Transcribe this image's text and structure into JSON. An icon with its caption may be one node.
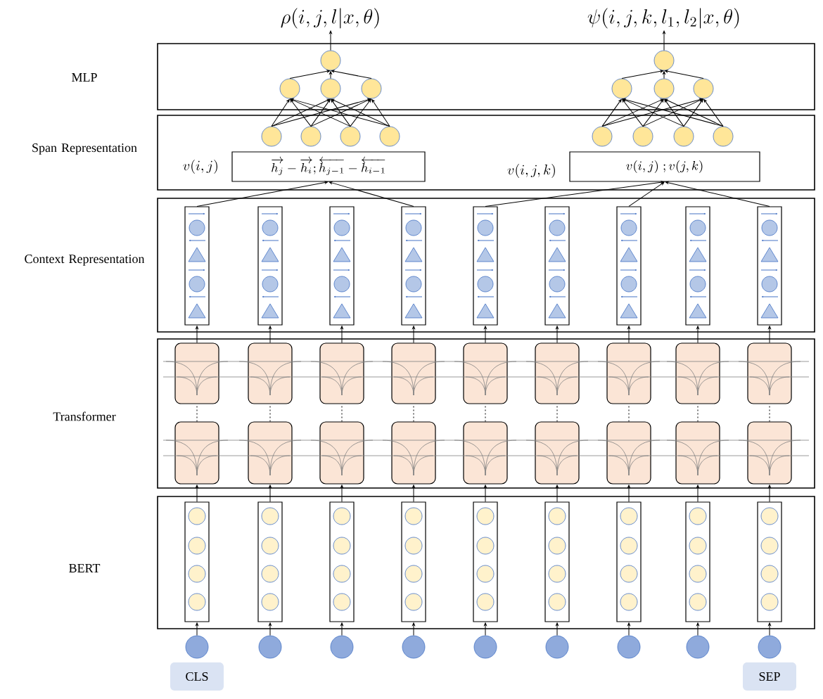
{
  "diagram": {
    "nodes": [
      {
        "text": [
          "\\rho(i,j,l|x,\\theta)"
        ]
      },
      {
        "text": [
          "\\psi(i,j,k,l_1,l_2|x,\\theta)"
        ]
      },
      {
        "text": [
          "MLP"
        ]
      },
      {
        "text": [],
        "shape": "circle",
        "in": 2
      },
      {
        "text": [],
        "shape": "circle",
        "in": 2
      },
      {
        "text": [],
        "shape": "circle",
        "in": 2
      },
      {
        "text": [],
        "shape": "circle",
        "in": 2
      },
      {
        "text": [],
        "shape": "circle",
        "in": 2
      },
      {
        "text": [],
        "shape": "circle",
        "in": 2
      },
      {
        "text": [],
        "shape": "circle",
        "in": 2
      },
      {
        "text": [],
        "shape": "circle",
        "in": 2
      },
      {
        "text": [
          "Span Representation"
        ]
      },
      {
        "text": [],
        "shape": "circle",
        "in": 11
      },
      {
        "text": [],
        "shape": "circle",
        "in": 11
      },
      {
        "text": [],
        "shape": "circle",
        "in": 11
      },
      {
        "text": [],
        "shape": "circle",
        "in": 11
      },
      {
        "text": [],
        "shape": "circle",
        "in": 11
      },
      {
        "text": [],
        "shape": "circle",
        "in": 11
      },
      {
        "text": [],
        "shape": "circle",
        "in": 11
      },
      {
        "text": [],
        "shape": "circle",
        "in": 11
      },
      {
        "text": [
          "\\overrightarrow{h_j}-\\overrightarrow{h_i};\\overleftarrow{h_{j-1}}-\\overleftarrow{h_{i-1}}"
        ],
        "beside": [
          "v(i,j)"
        ],
        "in": 11
      },
      {
        "text": [
          "v(i,j)\\;;v(j,k)"
        ],
        "beside": [
          "v(i,j,k)"
        ],
        "in": 11
      },
      {
        "text": [
          "Context Representation"
        ]
      },
      {
        "text": [],
        "shape": "box",
        "in": 22
      },
      {
        "text": [],
        "shape": "box",
        "in": 22
      },
      {
        "text": [],
        "shape": "box",
        "in": 22
      },
      {
        "text": [],
        "shape": "box",
        "in": 22
      },
      {
        "text": [],
        "shape": "box",
        "in": 22
      },
      {
        "text": [],
        "shape": "box",
        "in": 22
      },
      {
        "text": [],
        "shape": "box",
        "in": 22
      },
      {
        "text": [],
        "shape": "box",
        "in": 22
      },
      {
        "text": [],
        "shape": "box",
        "in": 22
      },
      {
        "text": [
          "Transformer"
        ]
      },
      {
        "text": [],
        "shape": "box",
        "in": 32
      },
      {
        "text": [],
        "shape": "box",
        "in": 32
      },
      {
        "text": [],
        "shape": "box",
        "in": 32
      },
      {
        "text": [],
        "shape": "box",
        "in": 32
      },
      {
        "text": [],
        "shape": "box",
        "in": 32
      },
      {
        "text": [],
        "shape": "box",
        "in": 32
      },
      {
        "text": [],
        "shape": "box",
        "in": 32
      },
      {
        "text": [],
        "shape": "box",
        "in": 32
      },
      {
        "text": [],
        "shape": "box",
        "in": 32
      },
      {
        "text": [],
        "shape": "box",
        "in": 32
      },
      {
        "text": [],
        "shape": "box",
        "in": 32
      },
      {
        "text": [],
        "shape": "box",
        "in": 32
      },
      {
        "text": [],
        "shape": "box",
        "in": 32
      },
      {
        "text": [],
        "shape": "box",
        "in": 32
      },
      {
        "text": [],
        "shape": "box",
        "in": 32
      },
      {
        "text": [],
        "shape": "box",
        "in": 32
      },
      {
        "text": [],
        "shape": "box",
        "in": 32
      },
      {
        "text": [],
        "shape": "box",
        "in": 32
      },
      {
        "text": [
          "BERT"
        ]
      },
      {
        "text": [],
        "shape": "box",
        "in": 51
      },
      {
        "text": [],
        "shape": "box",
        "in": 51
      },
      {
        "text": [],
        "shape": "box",
        "in": 51
      },
      {
        "text": [],
        "shape": "box",
        "in": 51
      },
      {
        "text": [],
        "shape": "box",
        "in": 51
      },
      {
        "text": [],
        "shape": "box",
        "in": 51
      },
      {
        "text": [],
        "shape": "box",
        "in": 51
      },
      {
        "text": [],
        "shape": "box",
        "in": 51
      },
      {
        "text": [],
        "shape": "box",
        "in": 51
      },
      {
        "text": [],
        "shape": "circle"
      },
      {
        "text": [],
        "shape": "circle"
      },
      {
        "text": [],
        "shape": "circle"
      },
      {
        "text": [],
        "shape": "circle"
      },
      {
        "text": [],
        "shape": "circle"
      },
      {
        "text": [],
        "shape": "circle"
      },
      {
        "text": [],
        "shape": "circle"
      },
      {
        "text": [],
        "shape": "circle"
      },
      {
        "text": [],
        "shape": "circle"
      },
      {
        "text": [
          "CLS"
        ]
      },
      {
        "text": [
          "SEP"
        ]
      }
    ],
    "edges": [
      {
        "from": 61,
        "to": 52,
        "arrow": "to"
      },
      {
        "from": 62,
        "to": 53,
        "arrow": "to"
      },
      {
        "from": 63,
        "to": 54,
        "arrow": "to"
      },
      {
        "from": 64,
        "to": 55,
        "arrow": "to"
      },
      {
        "from": 65,
        "to": 56,
        "arrow": "to"
      },
      {
        "from": 66,
        "to": 57,
        "arrow": "to"
      },
      {
        "from": 67,
        "to": 58,
        "arrow": "to"
      },
      {
        "from": 68,
        "to": 59,
        "arrow": "to"
      },
      {
        "from": 69,
        "to": 60,
        "arrow": "to"
      },
      {
        "from": 52,
        "to": 42,
        "arrow": "to"
      },
      {
        "from": 53,
        "to": 43,
        "arrow": "to"
      },
      {
        "from": 54,
        "to": 44,
        "arrow": "to"
      },
      {
        "from": 55,
        "to": 45,
        "arrow": "to"
      },
      {
        "from": 56,
        "to": 46,
        "arrow": "to"
      },
      {
        "from": 57,
        "to": 47,
        "arrow": "to"
      },
      {
        "from": 58,
        "to": 48,
        "arrow": "to"
      },
      {
        "from": 59,
        "to": 49,
        "arrow": "to"
      },
      {
        "from": 60,
        "to": 50,
        "arrow": "to"
      },
      {
        "from": 42,
        "to": 33,
        "arrow": "none",
        "style": "dashed"
      },
      {
        "from": 43,
        "to": 34,
        "arrow": "none",
        "style": "dashed"
      },
      {
        "from": 44,
        "to": 35,
        "arrow": "none",
        "style": "dashed"
      },
      {
        "from": 45,
        "to": 36,
        "arrow": "none",
        "style": "dashed"
      },
      {
        "from": 46,
        "to": 37,
        "arrow": "none",
        "style": "dashed"
      },
      {
        "from": 47,
        "to": 38,
        "arrow": "none",
        "style": "dashed"
      },
      {
        "from": 48,
        "to": 39,
        "arrow": "none",
        "style": "dashed"
      },
      {
        "from": 49,
        "to": 40,
        "arrow": "none",
        "style": "dashed"
      },
      {
        "from": 50,
        "to": 41,
        "arrow": "none",
        "style": "dashed"
      },
      {
        "from": 33,
        "to": 23,
        "arrow": "to"
      },
      {
        "from": 34,
        "to": 24,
        "arrow": "to"
      },
      {
        "from": 35,
        "to": 25,
        "arrow": "to"
      },
      {
        "from": 36,
        "to": 26,
        "arrow": "to"
      },
      {
        "from": 37,
        "to": 27,
        "arrow": "to"
      },
      {
        "from": 38,
        "to": 28,
        "arrow": "to"
      },
      {
        "from": 39,
        "to": 29,
        "arrow": "to"
      },
      {
        "from": 40,
        "to": 30,
        "arrow": "to"
      },
      {
        "from": 41,
        "to": 31,
        "arrow": "to"
      },
      {
        "from": 23,
        "to": 20,
        "arrow": "to"
      },
      {
        "from": 26,
        "to": 20,
        "arrow": "to"
      },
      {
        "from": 27,
        "to": 21,
        "arrow": "to"
      },
      {
        "from": 29,
        "to": 21,
        "arrow": "to"
      },
      {
        "from": 31,
        "to": 21,
        "arrow": "to"
      },
      {
        "from": 12,
        "to": 5,
        "arrow": "to"
      },
      {
        "from": 12,
        "to": 6,
        "arrow": "to"
      },
      {
        "from": 12,
        "to": 7,
        "arrow": "to"
      },
      {
        "from": 13,
        "to": 5,
        "arrow": "to"
      },
      {
        "from": 13,
        "to": 6,
        "arrow": "to"
      },
      {
        "from": 13,
        "to": 7,
        "arrow": "to"
      },
      {
        "from": 14,
        "to": 5,
        "arrow": "to"
      },
      {
        "from": 14,
        "to": 6,
        "arrow": "to"
      },
      {
        "from": 14,
        "to": 7,
        "arrow": "to"
      },
      {
        "from": 15,
        "to": 5,
        "arrow": "to"
      },
      {
        "from": 15,
        "to": 6,
        "arrow": "to"
      },
      {
        "from": 15,
        "to": 7,
        "arrow": "to"
      },
      {
        "from": 5,
        "to": 3,
        "arrow": "to"
      },
      {
        "from": 6,
        "to": 3,
        "arrow": "to"
      },
      {
        "from": 7,
        "to": 3,
        "arrow": "to"
      },
      {
        "from": 16,
        "to": 8,
        "arrow": "to"
      },
      {
        "from": 16,
        "to": 9,
        "arrow": "to"
      },
      {
        "from": 16,
        "to": 10,
        "arrow": "to"
      },
      {
        "from": 17,
        "to": 8,
        "arrow": "to"
      },
      {
        "from": 17,
        "to": 9,
        "arrow": "to"
      },
      {
        "from": 17,
        "to": 10,
        "arrow": "to"
      },
      {
        "from": 18,
        "to": 8,
        "arrow": "to"
      },
      {
        "from": 18,
        "to": 9,
        "arrow": "to"
      },
      {
        "from": 18,
        "to": 10,
        "arrow": "to"
      },
      {
        "from": 19,
        "to": 8,
        "arrow": "to"
      },
      {
        "from": 19,
        "to": 9,
        "arrow": "to"
      },
      {
        "from": 19,
        "to": 10,
        "arrow": "to"
      },
      {
        "from": 8,
        "to": 4,
        "arrow": "to"
      },
      {
        "from": 9,
        "to": 4,
        "arrow": "to"
      },
      {
        "from": 10,
        "to": 4,
        "arrow": "to"
      },
      {
        "from": 3,
        "to": 0,
        "arrow": "to"
      },
      {
        "from": 4,
        "to": 1,
        "arrow": "to"
      }
    ]
  }
}
